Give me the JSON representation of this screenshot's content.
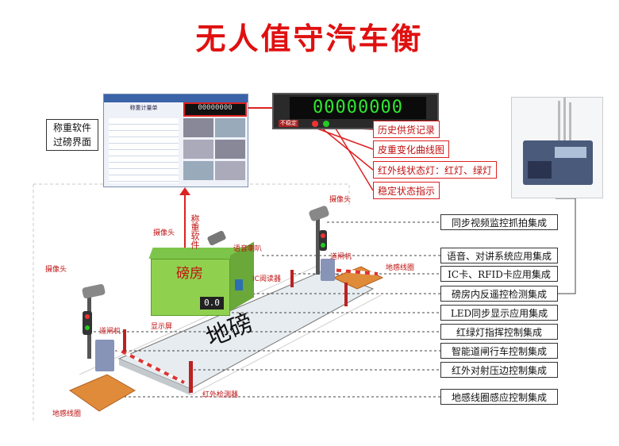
{
  "title": "无人值守汽车衡",
  "software_label_line1": "称重软件",
  "software_label_line2": "过磅界面",
  "screen": {
    "header": "称重计量单",
    "readout": "00000000"
  },
  "display_panel": {
    "readout": "00000000",
    "stable_badge": "不稳定"
  },
  "red_labels": {
    "history": "历史供货记录",
    "curve": "皮重变化曲线图",
    "infrared_lamp": "红外线状态灯：红灯、绿灯",
    "stable": "稳定状态指示"
  },
  "features": [
    "同步视频监控抓拍集成",
    "语音、对讲系统应用集成",
    "IC卡、RFID卡应用集成",
    "磅房内反遥控检测集成",
    "LED同步显示应用集成",
    "红绿灯指挥控制集成",
    "智能道闸行车控制集成",
    "红外对射压边控制集成",
    "地感线圈感应控制集成"
  ],
  "scene": {
    "camera_left": "摄像头",
    "camera_right": "摄像头",
    "camera_booth": "摄像头",
    "software_vertical": "称重软件",
    "speaker": "语音喇叭",
    "booth": "磅房",
    "ic_reader": "IC阅读器",
    "display_screen": "显示屏",
    "booth_readout": "0.0",
    "gate_left": "道闸机",
    "gate_right": "道闸机",
    "coil_left": "地感线圈",
    "coil_right": "地感线圈",
    "platform": "地磅",
    "ir_detector": "红外检测器"
  }
}
